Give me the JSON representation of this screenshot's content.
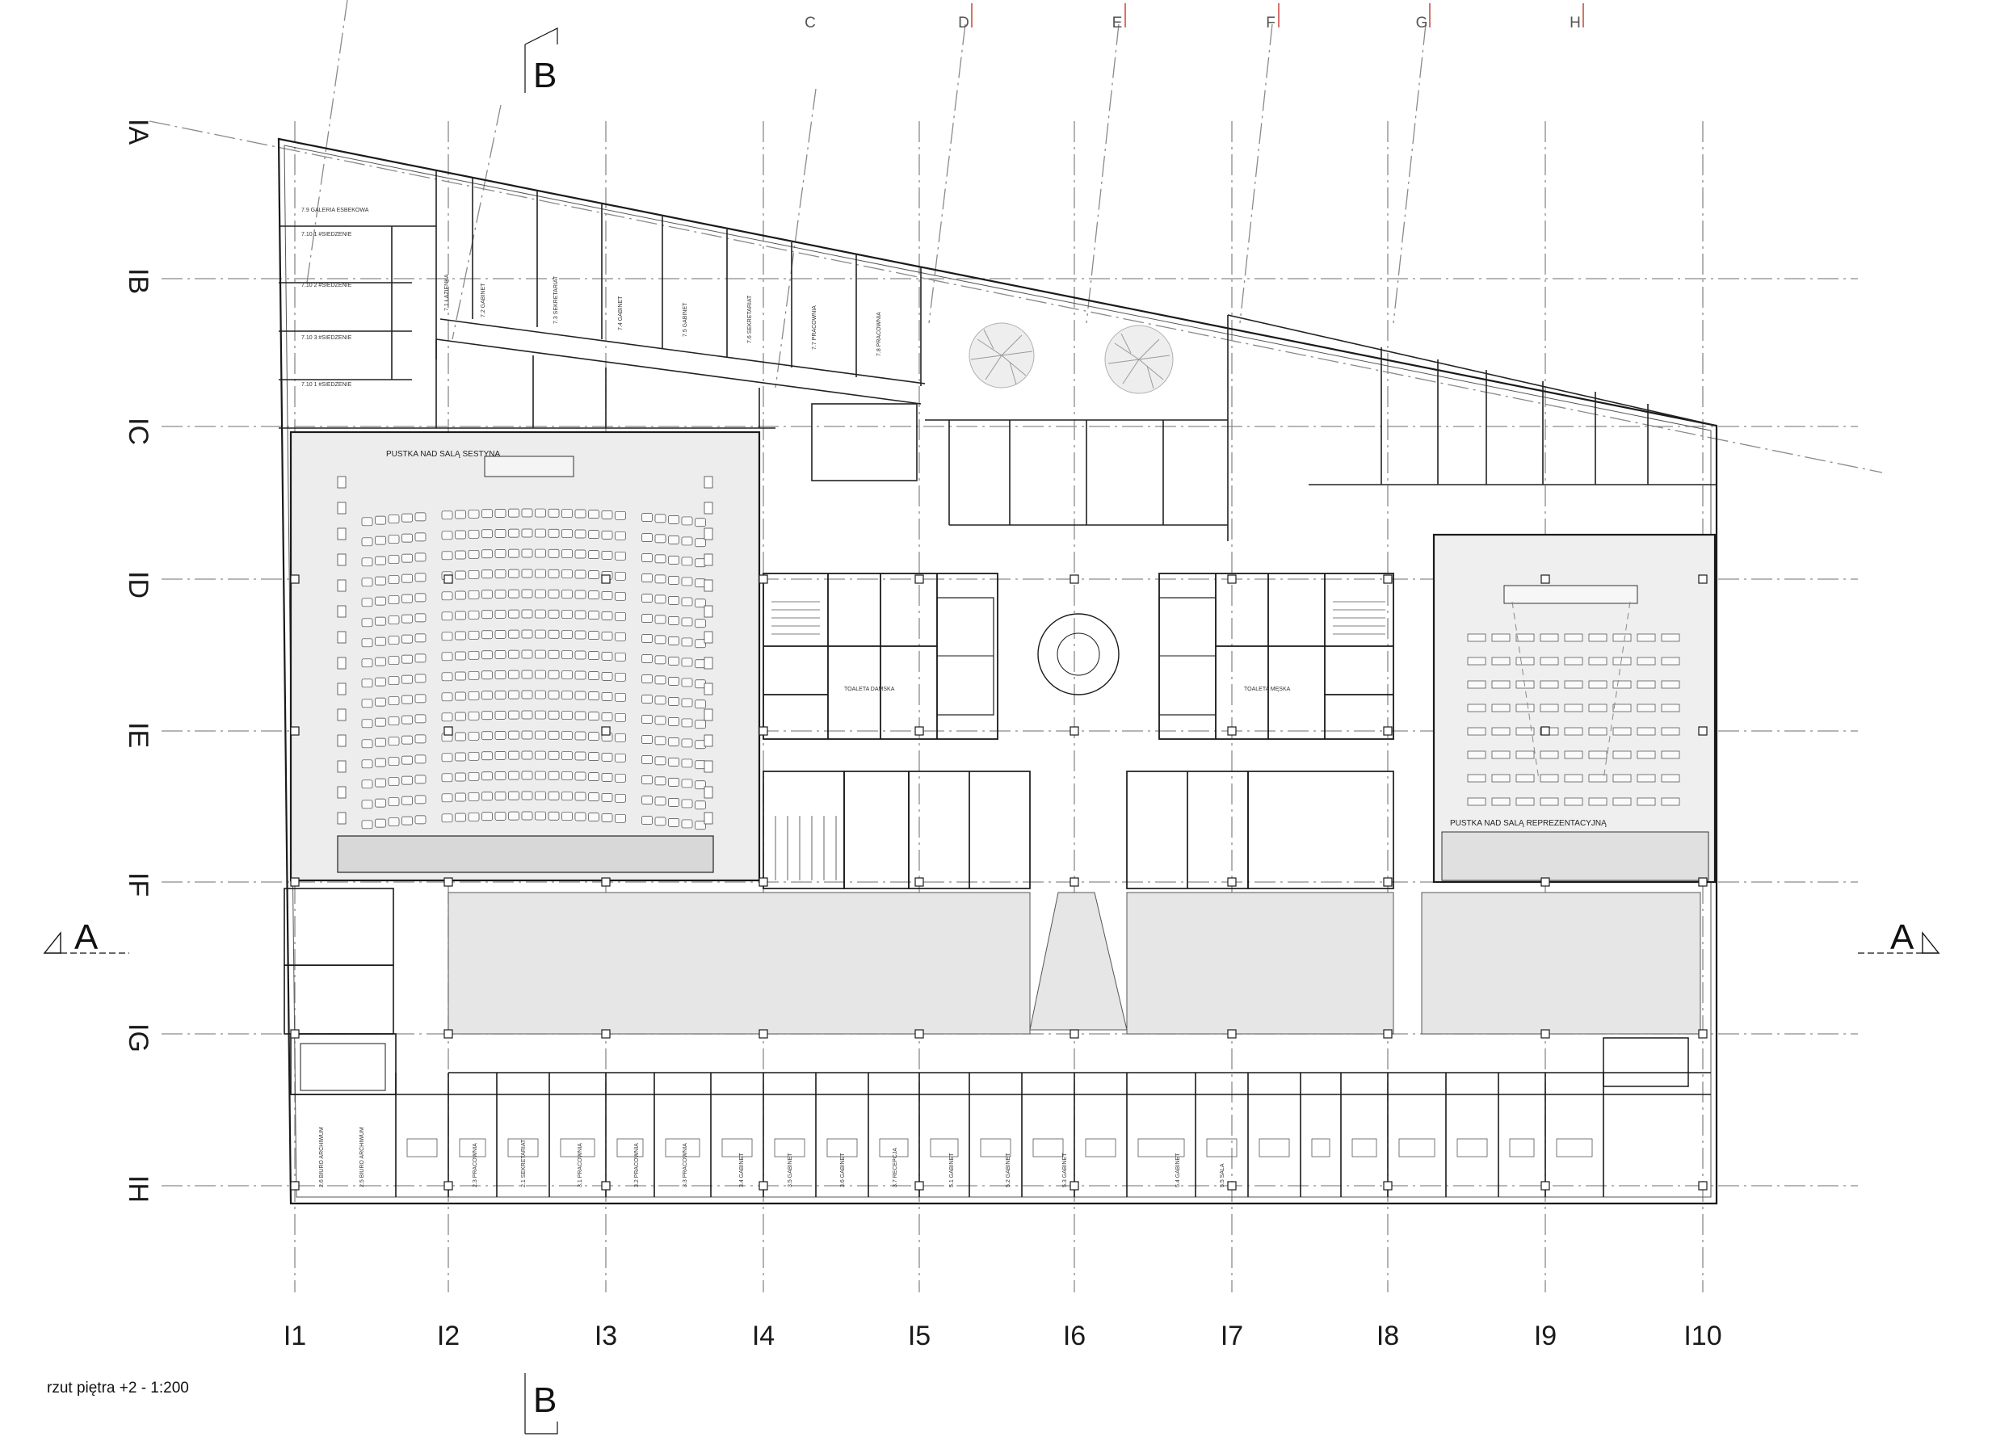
{
  "caption": "rzut piętra +2 - 1:200",
  "section_markers": {
    "a_left": "A",
    "a_right": "A",
    "b_top": "B",
    "b_bottom": "B"
  },
  "grid_rows": [
    "IA",
    "IB",
    "IC",
    "ID",
    "IE",
    "IF",
    "IG",
    "IH"
  ],
  "grid_cols": [
    "I1",
    "I2",
    "I3",
    "I4",
    "I5",
    "I6",
    "I7",
    "I8",
    "I9",
    "I10"
  ],
  "grid_top_letters": [
    "C",
    "D",
    "E",
    "F",
    "G",
    "H"
  ],
  "big_labels": {
    "hall_left": "PUSTKA NAD SALĄ SESTYNA",
    "hall_right": "PUSTKA NAD SALĄ REPREZENTACYJNĄ",
    "wc_left": "TOALETA DAMSKA",
    "wc_right": "TOALETA MĘSKA"
  },
  "room_labels": {
    "top_row": [
      "7.1 ŁAZIENKA",
      "7.2 GABINET",
      "7.3 SEKRETARIAT",
      "7.4 GABINET",
      "7.5 GABINET",
      "7.6 SEKRETARIAT",
      "7.7 PRACOWNIA",
      "7.8 PRACOWNIA"
    ],
    "left_column": [
      "7.9 GALERIA ESBEKOWA",
      "7.10 1 #SIEDZENIE",
      "7.10 2 #SIEDZENIE",
      "7.10 3 #SIEDZENIE",
      "7.10 1 #SIEDZENIE"
    ],
    "bottom_row": [
      "2.6 BIURO ARCHIWUM",
      "2.5 BIURO ARCHIWUM",
      "2.3 PRACOWNIA",
      "2.1 SEKRETARIAT",
      "3.1 PRACOWNIA",
      "3.2 PRACOWNIA",
      "3.3 PRACOWNIA",
      "3.4 GABINET",
      "3.5 GABINET",
      "3.6 GABINET",
      "3.7 RECEPCJA",
      "5.1 GABINET",
      "5.2 GABINET",
      "5.3 GABINET",
      "5.4 GABINET",
      "5.5 SALA"
    ]
  },
  "colors": {
    "line": "#1a1a1a",
    "thin": "#6b6b6b",
    "void": "#e6e6e6",
    "axis": "#8a8a8a",
    "accent": "#c0392b"
  }
}
